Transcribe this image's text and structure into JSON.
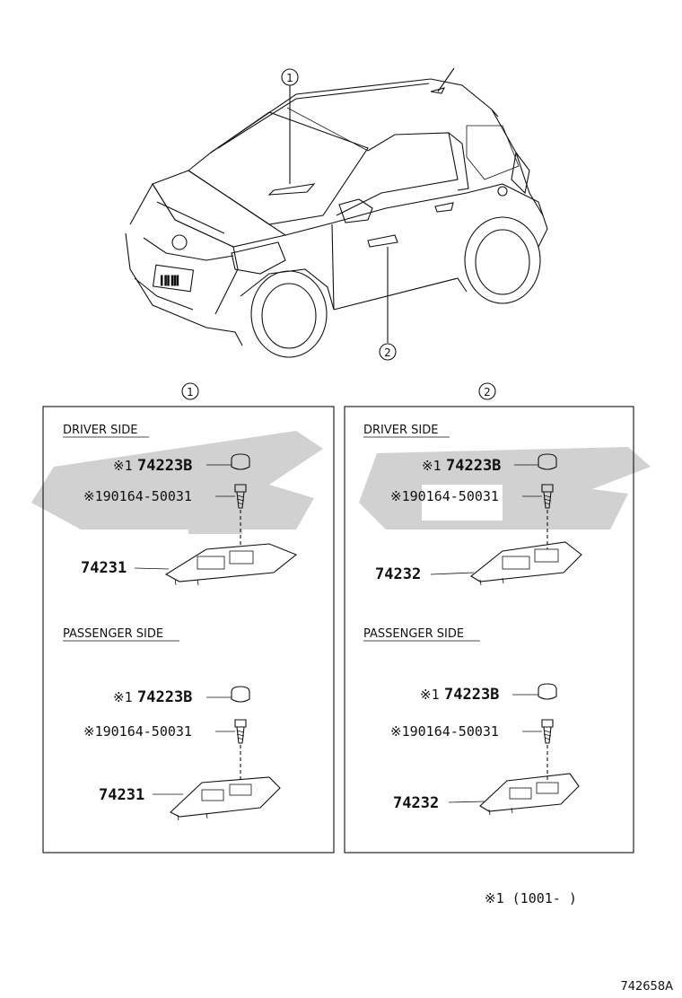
{
  "callouts": {
    "one": "1",
    "two": "2"
  },
  "panel1": {
    "driver_label": "DRIVER SIDE",
    "driver_cap_prefix": "※1",
    "driver_cap": "74223B",
    "driver_screw": "※190164-50031",
    "driver_switch": "74231",
    "passenger_label": "PASSENGER SIDE",
    "passenger_cap_prefix": "※1",
    "passenger_cap": "74223B",
    "passenger_screw": "※190164-50031",
    "passenger_switch": "74231"
  },
  "panel2": {
    "driver_label": "DRIVER SIDE",
    "driver_cap_prefix": "※1",
    "driver_cap": "74223B",
    "driver_screw": "※190164-50031",
    "driver_switch": "74232",
    "passenger_label": "PASSENGER SIDE",
    "passenger_cap_prefix": "※1",
    "passenger_cap": "74223B",
    "passenger_screw": "※190164-50031",
    "passenger_switch": "74232"
  },
  "footnote": "※1 (1001-   )",
  "figure_code": "742658A",
  "colors": {
    "line": "#111111",
    "watermark": "#c8c8c8"
  }
}
